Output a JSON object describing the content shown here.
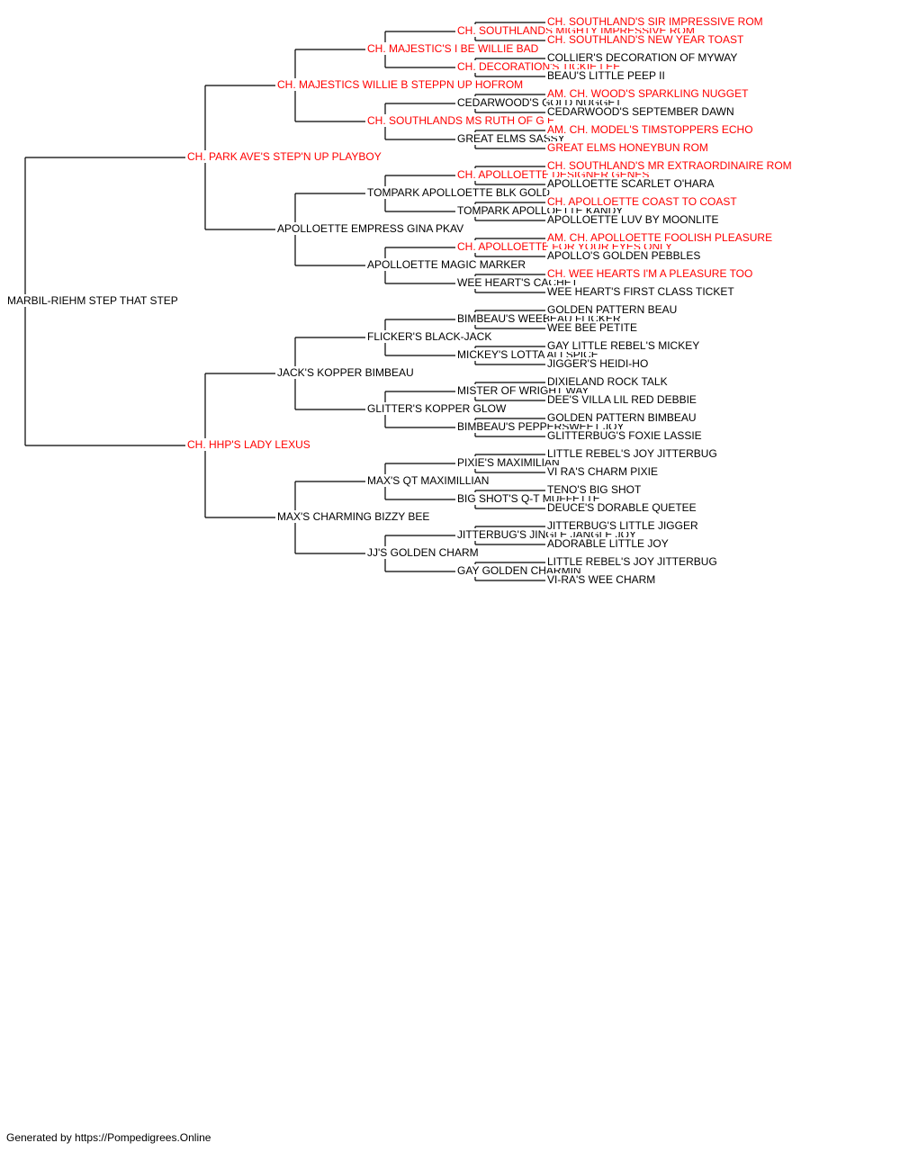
{
  "colors": {
    "champion": "#ff0000",
    "regular": "#000000",
    "line": "#000000"
  },
  "footer": "Generated by https://Pompedigrees.Online",
  "pedigree": {
    "name": "MARBIL-RIEHM STEP THAT STEP",
    "ch": false,
    "sire": {
      "name": "CH. PARK AVE'S STEP'N UP PLAYBOY",
      "ch": true,
      "sire": {
        "name": "CH. MAJESTICS WILLIE B STEPPN UP HOFROM",
        "ch": true,
        "sire": {
          "name": "CH. MAJESTIC'S I BE WILLIE BAD",
          "ch": true,
          "sire": {
            "name": "CH. SOUTHLANDS MIGHTY IMPRESSIVE ROM",
            "ch": true,
            "sire": {
              "name": "CH. SOUTHLAND'S SIR IMPRESSIVE ROM",
              "ch": true
            },
            "dam": {
              "name": "CH. SOUTHLAND'S NEW YEAR TOAST",
              "ch": true
            }
          },
          "dam": {
            "name": "CH. DECORATION'S TICKIE LEE",
            "ch": true,
            "sire": {
              "name": "COLLIER'S DECORATION OF MYWAY",
              "ch": false
            },
            "dam": {
              "name": "BEAU'S LITTLE PEEP II",
              "ch": false
            }
          }
        },
        "dam": {
          "name": "CH. SOUTHLANDS MS RUTH OF G E",
          "ch": true,
          "sire": {
            "name": "CEDARWOOD'S GOLD NUGGET",
            "ch": false,
            "sire": {
              "name": "AM. CH. WOOD'S SPARKLING NUGGET",
              "ch": true
            },
            "dam": {
              "name": "CEDARWOOD'S SEPTEMBER DAWN",
              "ch": false
            }
          },
          "dam": {
            "name": "GREAT ELMS SASSY",
            "ch": false,
            "sire": {
              "name": "AM. CH. MODEL'S TIMSTOPPERS ECHO",
              "ch": true
            },
            "dam": {
              "name": "GREAT ELMS HONEYBUN ROM",
              "ch": true
            }
          }
        }
      },
      "dam": {
        "name": "APOLLOETTE EMPRESS GINA PKAV",
        "ch": false,
        "sire": {
          "name": "TOMPARK APOLLOETTE BLK GOLD",
          "ch": false,
          "sire": {
            "name": "CH. APOLLOETTE DESIGNER GENES",
            "ch": true,
            "sire": {
              "name": "CH. SOUTHLAND'S MR EXTRAORDINAIRE ROM",
              "ch": true
            },
            "dam": {
              "name": "APOLLOETTE SCARLET O'HARA",
              "ch": false
            }
          },
          "dam": {
            "name": "TOMPARK APOLLOETTE KANDY",
            "ch": false,
            "sire": {
              "name": "CH. APOLLOETTE COAST TO COAST",
              "ch": true
            },
            "dam": {
              "name": "APOLLOETTE LUV BY MOONLITE",
              "ch": false
            }
          }
        },
        "dam": {
          "name": "APOLLOETTE MAGIC MARKER",
          "ch": false,
          "sire": {
            "name": "CH. APOLLOETTE FOR YOUR EYES ONLY",
            "ch": true,
            "sire": {
              "name": "AM. CH. APOLLOETTE FOOLISH PLEASURE",
              "ch": true
            },
            "dam": {
              "name": "APOLLO'S GOLDEN PEBBLES",
              "ch": false
            }
          },
          "dam": {
            "name": "WEE HEART'S CACHET",
            "ch": false,
            "sire": {
              "name": "CH. WEE HEARTS I'M A PLEASURE TOO",
              "ch": true
            },
            "dam": {
              "name": "WEE HEART'S FIRST CLASS TICKET",
              "ch": false
            }
          }
        }
      }
    },
    "dam": {
      "name": "CH. HHP'S LADY LEXUS",
      "ch": true,
      "sire": {
        "name": "JACK'S KOPPER BIMBEAU",
        "ch": false,
        "sire": {
          "name": "FLICKER'S BLACK-JACK",
          "ch": false,
          "sire": {
            "name": "BIMBEAU'S WEEBEAU FLICKER",
            "ch": false,
            "sire": {
              "name": "GOLDEN PATTERN BEAU",
              "ch": false
            },
            "dam": {
              "name": "WEE BEE PETITE",
              "ch": false
            }
          },
          "dam": {
            "name": "MICKEY'S LOTTA ALLSPICE",
            "ch": false,
            "sire": {
              "name": "GAY LITTLE REBEL'S MICKEY",
              "ch": false
            },
            "dam": {
              "name": "JIGGER'S HEIDI-HO",
              "ch": false
            }
          }
        },
        "dam": {
          "name": "GLITTER'S KOPPER GLOW",
          "ch": false,
          "sire": {
            "name": "MISTER OF WRIGHT WAY",
            "ch": false,
            "sire": {
              "name": "DIXIELAND ROCK TALK",
              "ch": false
            },
            "dam": {
              "name": "DEE'S VILLA LIL RED DEBBIE",
              "ch": false
            }
          },
          "dam": {
            "name": "BIMBEAU'S PEPPERSWEET JOY",
            "ch": false,
            "sire": {
              "name": "GOLDEN PATTERN BIMBEAU",
              "ch": false
            },
            "dam": {
              "name": "GLITTERBUG'S FOXIE LASSIE",
              "ch": false
            }
          }
        }
      },
      "dam": {
        "name": "MAX'S CHARMING BIZZY BEE",
        "ch": false,
        "sire": {
          "name": "MAX'S QT MAXIMILLIAN",
          "ch": false,
          "sire": {
            "name": "PIXIE'S MAXIMILIAN",
            "ch": false,
            "sire": {
              "name": "LITTLE REBEL'S JOY JITTERBUG",
              "ch": false
            },
            "dam": {
              "name": "VI RA'S CHARM PIXIE",
              "ch": false
            }
          },
          "dam": {
            "name": "BIG SHOT'S Q-T MUFFETTE",
            "ch": false,
            "sire": {
              "name": "TENO'S BIG SHOT",
              "ch": false
            },
            "dam": {
              "name": "DEUCE'S DORABLE QUETEE",
              "ch": false
            }
          }
        },
        "dam": {
          "name": "JJ'S GOLDEN CHARM",
          "ch": false,
          "sire": {
            "name": "JITTERBUG'S JINGLE JANGLE JOY",
            "ch": false,
            "sire": {
              "name": "JITTERBUG'S LITTLE JIGGER",
              "ch": false
            },
            "dam": {
              "name": "ADORABLE LITTLE JOY",
              "ch": false
            }
          },
          "dam": {
            "name": "GAY GOLDEN CHARMIN",
            "ch": false,
            "sire": {
              "name": "LITTLE REBEL'S JOY JITTERBUG",
              "ch": false
            },
            "dam": {
              "name": "VI-RA'S WEE CHARM",
              "ch": false
            }
          }
        }
      }
    }
  }
}
